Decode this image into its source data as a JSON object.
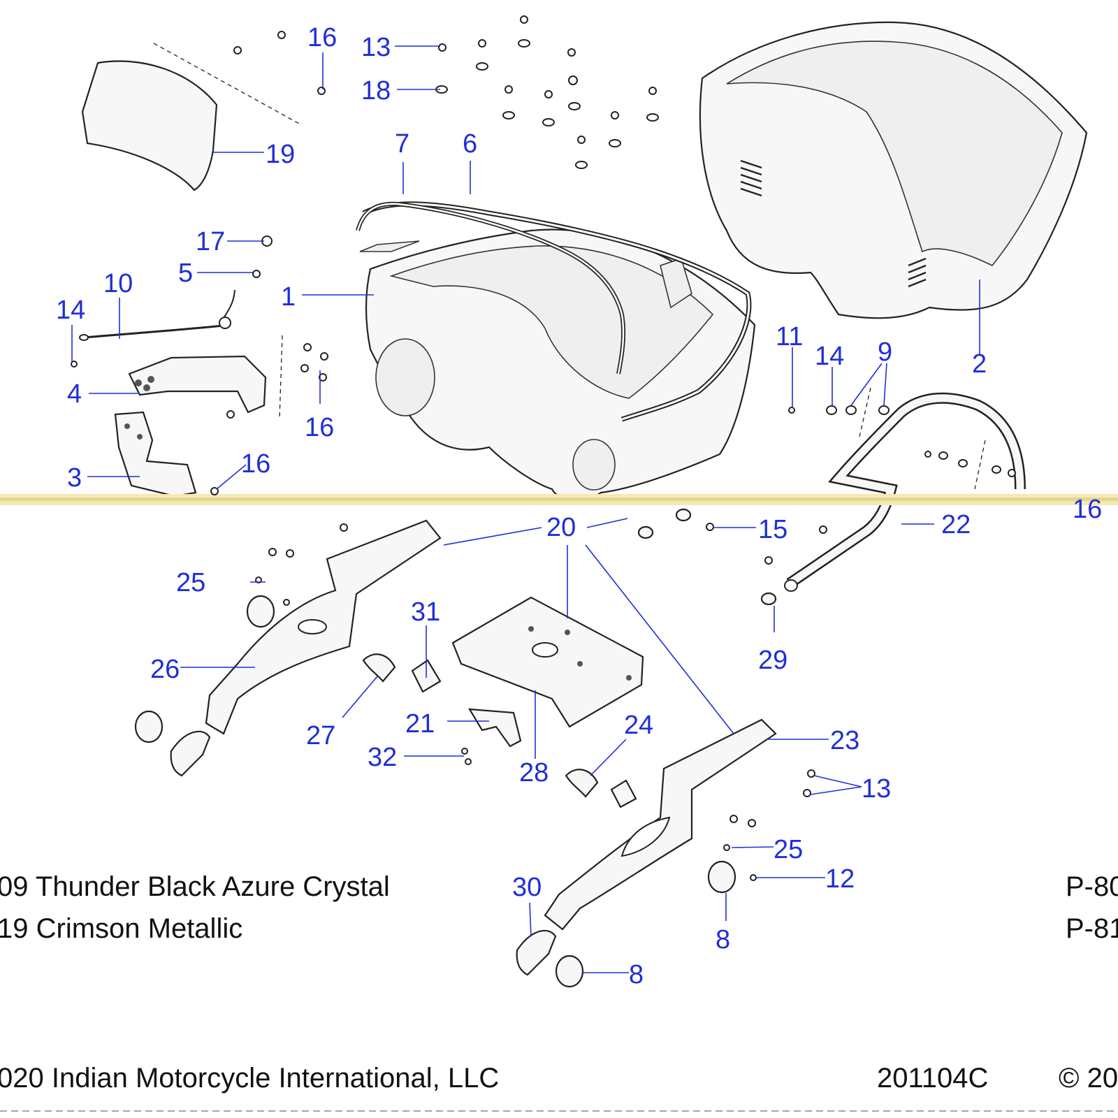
{
  "diagram": {
    "callouts": {
      "c1": "1",
      "c2": "2",
      "c3": "3",
      "c4": "4",
      "c5": "5",
      "c6": "6",
      "c7": "7",
      "c8a": "8",
      "c8b": "8",
      "c9": "9",
      "c10": "10",
      "c11": "11",
      "c12": "12",
      "c13a": "13",
      "c13b": "13",
      "c14a": "14",
      "c14b": "14",
      "c15": "15",
      "c16a": "16",
      "c16b": "16",
      "c16c": "16",
      "c17": "17",
      "c18": "18",
      "c19": "19",
      "c20": "20",
      "c21": "21",
      "c22": "22",
      "c23": "23",
      "c24": "24",
      "c25a": "25",
      "c25b": "25",
      "c26": "26",
      "c27": "27",
      "c28": "28",
      "c29": "29",
      "c30": "30",
      "c31": "31",
      "c32": "32",
      "c16edge": "16"
    },
    "color_notes": [
      "09 Thunder Black Azure Crystal",
      "19 Crimson Metallic"
    ],
    "paint_codes": [
      "P-80",
      "P-81"
    ],
    "footer": {
      "copyright": "020 Indian Motorcycle International, LLC",
      "drawing_number": "201104C",
      "copyright_right": "© 20"
    },
    "colors": {
      "callout": "#1f2fd6",
      "line": "#222222",
      "part_fill": "#f7f7f7",
      "artifact_band": "#f3e9b8"
    }
  }
}
